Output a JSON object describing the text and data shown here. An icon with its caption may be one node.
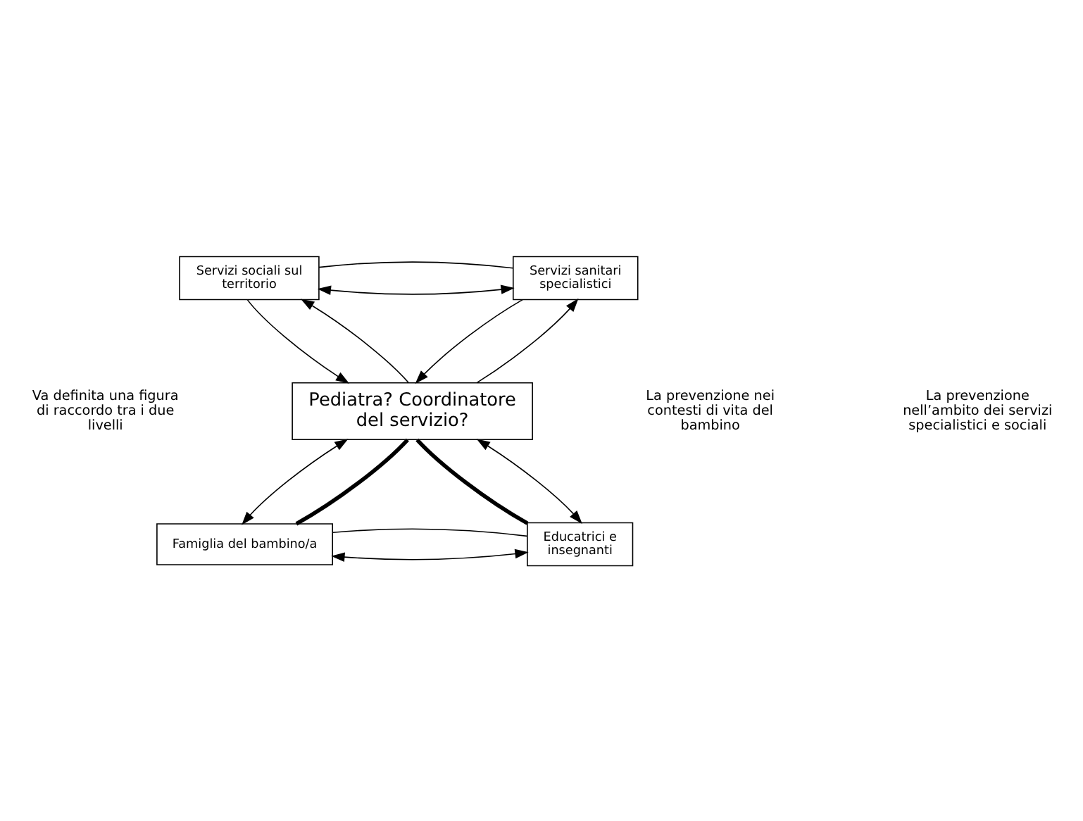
{
  "diagram": {
    "nodes": [
      {
        "text": [
          "Servizi sociali sul territorio"
        ]
      },
      {
        "text": [
          "Servizi sanitari specialistici"
        ]
      },
      {
        "text": [
          "Pediatra? Coordinatore del servizio?"
        ]
      },
      {
        "text": [
          "Famiglia del bambino/a"
        ]
      },
      {
        "text": [
          "Educatrici e insegnanti"
        ]
      }
    ],
    "edges": [
      {
        "from": 0,
        "to": 1,
        "arrow": "both"
      },
      {
        "from": 0,
        "to": 1,
        "arrow": "none"
      },
      {
        "from": 2,
        "to": 0,
        "arrow": "to"
      },
      {
        "from": 0,
        "to": 2,
        "arrow": "to"
      },
      {
        "from": 2,
        "to": 1,
        "arrow": "to"
      },
      {
        "from": 1,
        "to": 2,
        "arrow": "to"
      },
      {
        "from": 2,
        "to": 3,
        "arrow": "both"
      },
      {
        "from": 2,
        "to": 3,
        "arrow": "none",
        "style": "thick"
      },
      {
        "from": 2,
        "to": 4,
        "arrow": "none",
        "style": "thick"
      },
      {
        "from": 2,
        "to": 4,
        "arrow": "both"
      },
      {
        "from": 3,
        "to": 4,
        "arrow": "both"
      },
      {
        "from": 3,
        "to": 4,
        "arrow": "none"
      }
    ],
    "labels": [
      "Va definita una figura di raccordo tra i due livelli",
      "La prevenzione nell’ambito dei servizi specialistici e sociali",
      "La prevenzione nei contesti di vita del bambino"
    ]
  }
}
